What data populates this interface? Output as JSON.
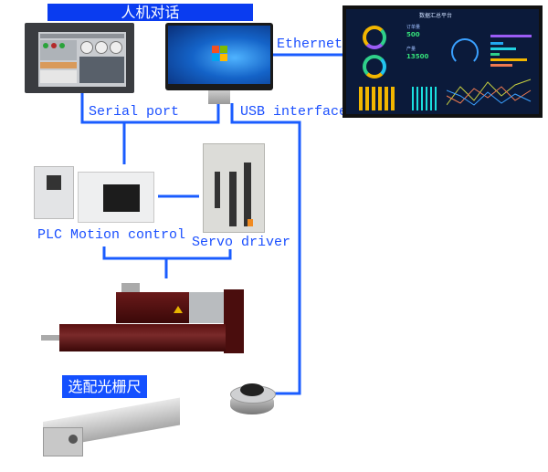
{
  "title": "人机对话",
  "labels": {
    "ethernet": "Ethernet",
    "serial": "Serial port",
    "usb": "USB interface",
    "plc": "PLC Motion control",
    "servo": "Servo driver",
    "optional_scale": "选配光栅尺"
  },
  "dashboard": {
    "title": "数据汇总平台",
    "orders_label": "订单量",
    "orders_value": "500",
    "output_label": "产量",
    "output_value": "13500"
  },
  "colors": {
    "line": "#1a5cff",
    "label": "#1a4fff",
    "banner": "#0a3cf0"
  }
}
